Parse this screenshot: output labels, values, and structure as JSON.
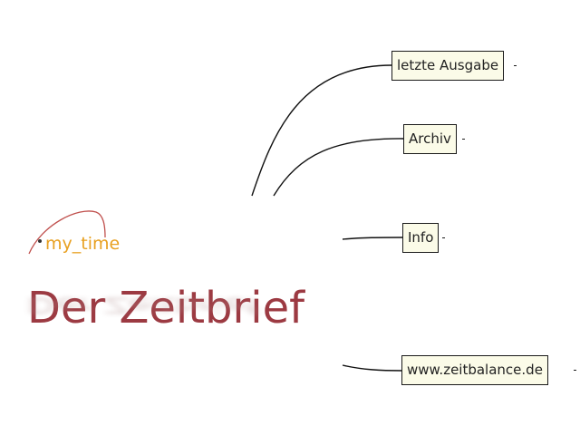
{
  "logo": {
    "text": "my_time",
    "accent_color": "#e8a020",
    "arc_color": "#c0504d"
  },
  "title": {
    "text": "Der Zeitbrief",
    "color": "#9c3a42"
  },
  "nav": {
    "items": [
      {
        "label": "letzte Ausgabe"
      },
      {
        "label": "Archiv"
      },
      {
        "label": "Info"
      },
      {
        "label": "www.zeitbalance.de"
      }
    ],
    "box_background": "#fbfbe8",
    "line_color": "#111111"
  }
}
